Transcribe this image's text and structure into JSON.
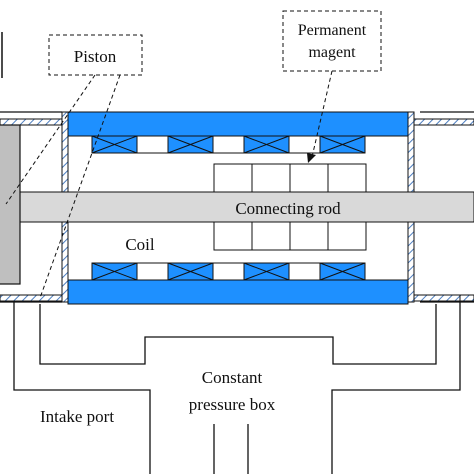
{
  "labels": {
    "piston": "Piston",
    "permanent_magnet_line1": "Permanent",
    "permanent_magnet_line2": "magent",
    "connecting_rod": "Connecting rod",
    "coil": "Coil",
    "constant_pressure_box_line1": "Constant",
    "constant_pressure_box_line2": "pressure box",
    "intake_port": "Intake port"
  },
  "colors": {
    "stator_blue": "#1e90ff",
    "rod_gray": "#d9d9d9",
    "piston_gray": "#bfbfbf",
    "hatch": "#4f7fbf",
    "line": "#111111"
  }
}
